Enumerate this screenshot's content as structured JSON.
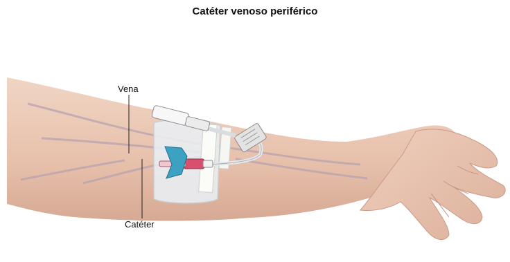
{
  "title": "Catéter venoso periférico",
  "labels": {
    "vein": "Vena",
    "catheter": "Catéter"
  },
  "colors": {
    "skin": "#ebc8b4",
    "skin_shadow": "#d5a892",
    "vein": "#b9a8b4",
    "dressing": "#e8eef4",
    "wings": "#3fa3c2",
    "hub": "#d84a6c"
  }
}
